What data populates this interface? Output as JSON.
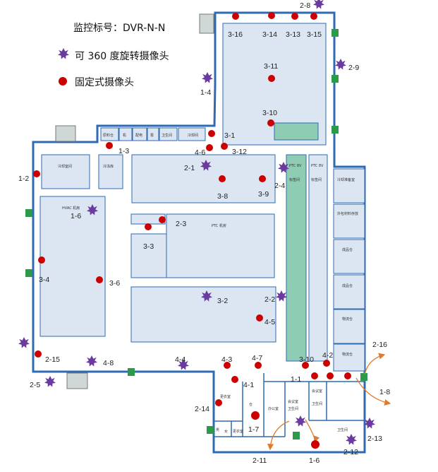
{
  "legend": {
    "title": "监控标号：DVR-N-N",
    "rotating": "可 360 度旋转摄像头",
    "fixed": "固定式摄像头"
  },
  "colors": {
    "wall": "#2e6bb3",
    "room_fill": "#dce6f2",
    "green_fill": "#8ecdb4",
    "fixed": "#cc0000",
    "rotating": "#6a3a9e",
    "arrow": "#e07a2e",
    "exit": "#2b9a4a"
  },
  "rooms": {
    "r_top1": "原料仓",
    "r_top2": "机",
    "r_top3": "配电",
    "r_top4": "泵",
    "r_top5": "卫生间",
    "r_top6": "冷却间",
    "r_a": "冷却室间",
    "r_b": "冷冻库",
    "r_c": "HVAC 机房",
    "r_d": "PTC 机房",
    "r_e": "PTC 8V",
    "r_e2": "标签间",
    "r_f": "PTC 8V",
    "r_f2": "标签间",
    "r_g1": "冷却准备室",
    "r_g2": "外包材料存放",
    "r_g3": "成品仓",
    "r_g4": "成品仓",
    "r_g5": "物流仓",
    "r_g6": "物流仓",
    "r_s1": "更衣室",
    "r_s2": "仓",
    "r_s3": "办公室",
    "r_s4": "会议室",
    "r_s5": "卫生间",
    "r_s6": "会议室",
    "r_s7": "卫生间",
    "r_s8": "男",
    "r_s9": "女",
    "r_s10": "更衣室",
    "r_s11": "卫生间"
  },
  "cameras": {
    "fixed": [
      "3-16",
      "3-14",
      "3-13",
      "3-15",
      "3-11",
      "3-10",
      "3-1",
      "3-12",
      "4-6",
      "1-3",
      "1-2",
      "3-8",
      "3-9",
      "2-3",
      "3-3",
      "3-4",
      "3-6",
      "4-5",
      "2-15",
      "4-3",
      "4-7",
      "3-10",
      "4-2",
      "4-1",
      "1-1",
      "2-14",
      "1-7",
      "1-6"
    ],
    "rotating": [
      "2-8",
      "2-9",
      "1-4",
      "2-1",
      "2-4",
      "1-6",
      "2-2",
      "3-2",
      "4-8",
      "4-4",
      "2-5",
      "2-13",
      "2-12"
    ]
  },
  "arrow_labels": [
    "2-16",
    "1-8",
    "2-11",
    "1-6"
  ]
}
